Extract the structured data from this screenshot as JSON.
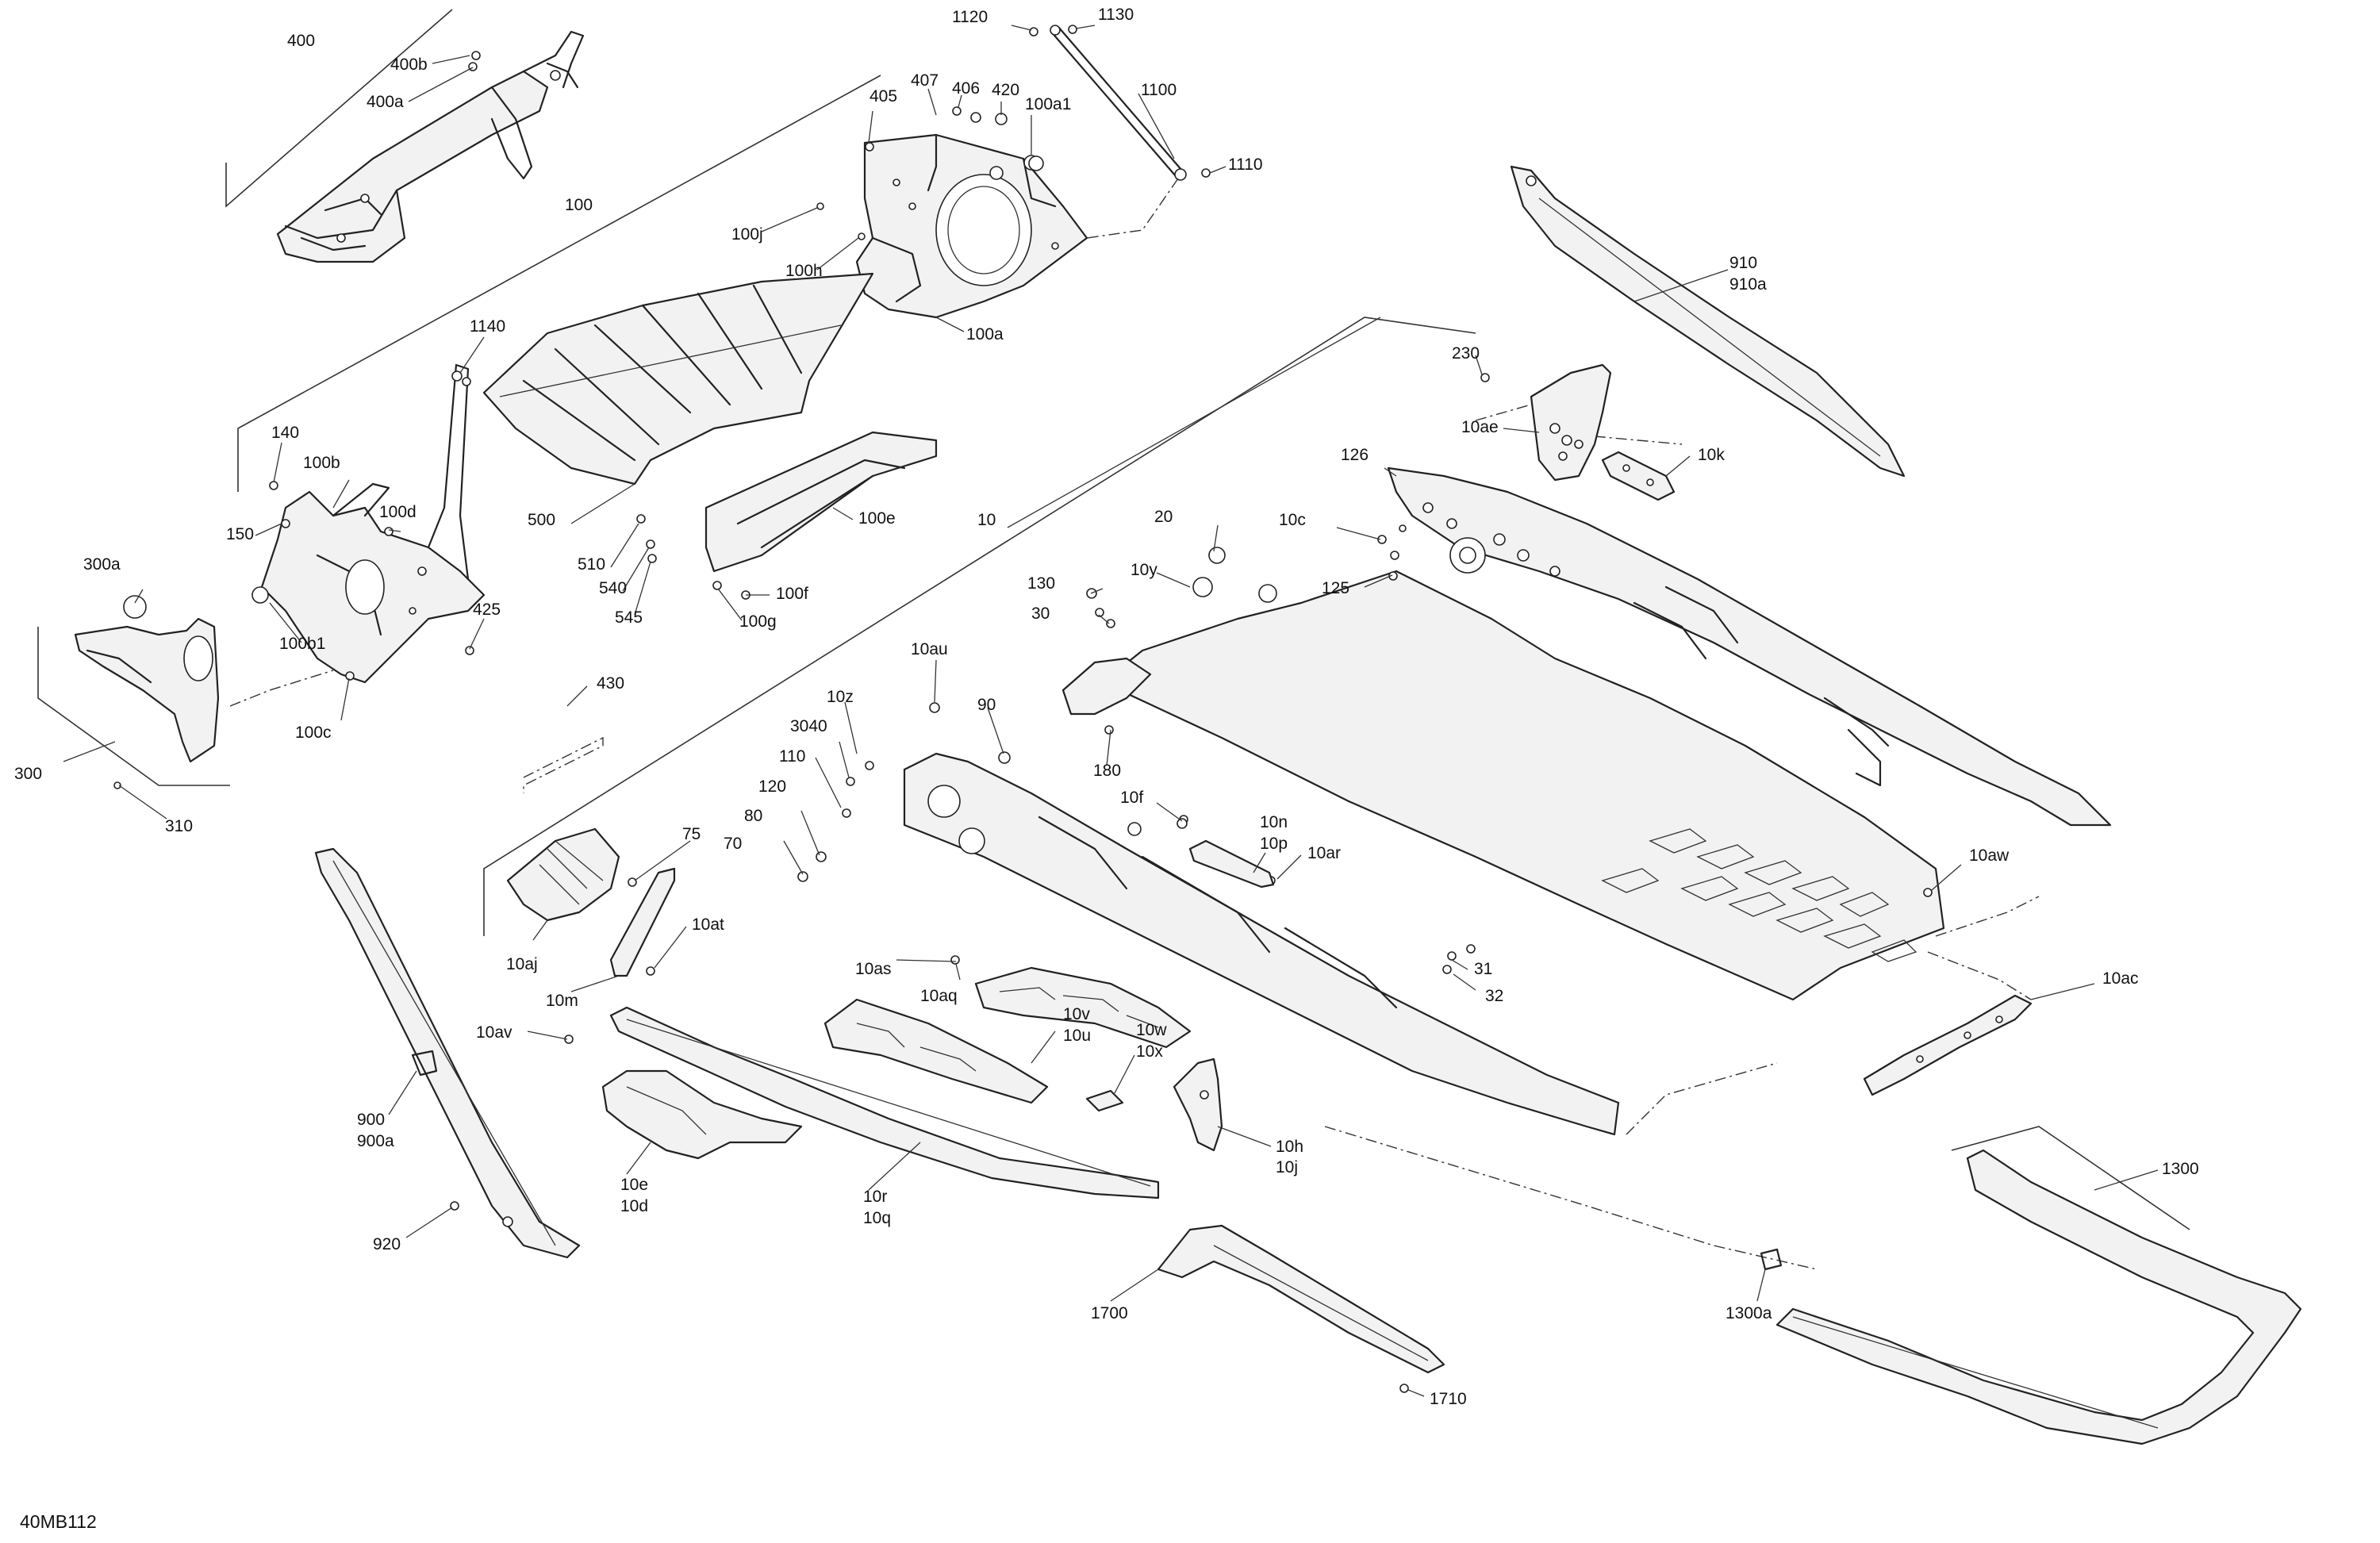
{
  "diagram": {
    "drawing_code": "40MB112",
    "callouts": [
      "400",
      "400b",
      "400a",
      "100",
      "1120",
      "1130",
      "1100",
      "1110",
      "405",
      "406",
      "407",
      "420",
      "100a1",
      "100j",
      "100h",
      "100a",
      "910",
      "910a",
      "1140",
      "230",
      "10ae",
      "10k",
      "140",
      "100b",
      "150",
      "100d",
      "500",
      "510",
      "540",
      "545",
      "100e",
      "100f",
      "100g",
      "126",
      "10c",
      "125",
      "300a",
      "100b1",
      "425",
      "100c",
      "430",
      "300",
      "310",
      "20",
      "130",
      "30",
      "10y",
      "10",
      "10au",
      "90",
      "10z",
      "3040",
      "110",
      "180",
      "120",
      "80",
      "70",
      "10f",
      "10n",
      "10p",
      "10ar",
      "75",
      "10aw",
      "10aj",
      "10at",
      "10m",
      "10as",
      "10aq",
      "31",
      "32",
      "10ac",
      "10av",
      "10v",
      "10u",
      "10w",
      "10x",
      "10h",
      "10j",
      "900",
      "900a",
      "10e",
      "10d",
      "10r",
      "10q",
      "1300",
      "920",
      "1700",
      "1300a",
      "1710"
    ]
  }
}
